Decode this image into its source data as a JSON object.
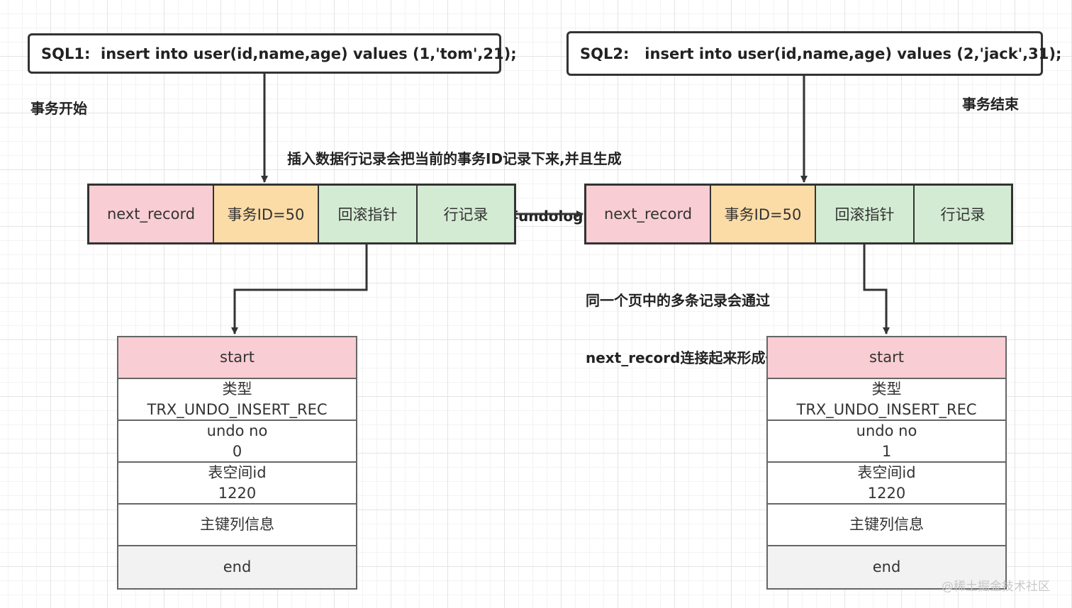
{
  "sql1": "SQL1:  insert into user(id,name,age) values (1,'tom',21);",
  "sql2": "SQL2:   insert into user(id,name,age) values (2,'jack',31);",
  "labels": {
    "start": "事务开始",
    "end": "事务结束"
  },
  "notes": {
    "insert_line1": "插入数据行记录会把当前的事务ID记录下来,并且生成",
    "insert_line2": "undo log,记录中的回滚指针会保存undolog的地址",
    "link_line1": "同一个页中的多条记录会通过",
    "link_line2": "next_record连接起来形成一个单链表"
  },
  "records": [
    {
      "cells": [
        "next_record",
        "事务ID=50",
        "回滚指针",
        "行记录"
      ]
    },
    {
      "cells": [
        "next_record",
        "事务ID=50",
        "回滚指针",
        "行记录"
      ]
    }
  ],
  "undo_logs": [
    {
      "start": "start",
      "type_label": "类型",
      "type_value": "TRX_UNDO_INSERT_REC",
      "undo_no_label": "undo no",
      "undo_no_value": "0",
      "space_label": "表空间id",
      "space_value": "1220",
      "pk_info": "主键列信息",
      "end": "end"
    },
    {
      "start": "start",
      "type_label": "类型",
      "type_value": "TRX_UNDO_INSERT_REC",
      "undo_no_label": "undo no",
      "undo_no_value": "1",
      "space_label": "表空间id",
      "space_value": "1220",
      "pk_info": "主键列信息",
      "end": "end"
    }
  ],
  "watermark": "@稀土掘金技术社区",
  "colors": {
    "pink": "#f8cdd3",
    "orange": "#fcdca6",
    "green": "#d4ebd3",
    "line": "#333333"
  }
}
